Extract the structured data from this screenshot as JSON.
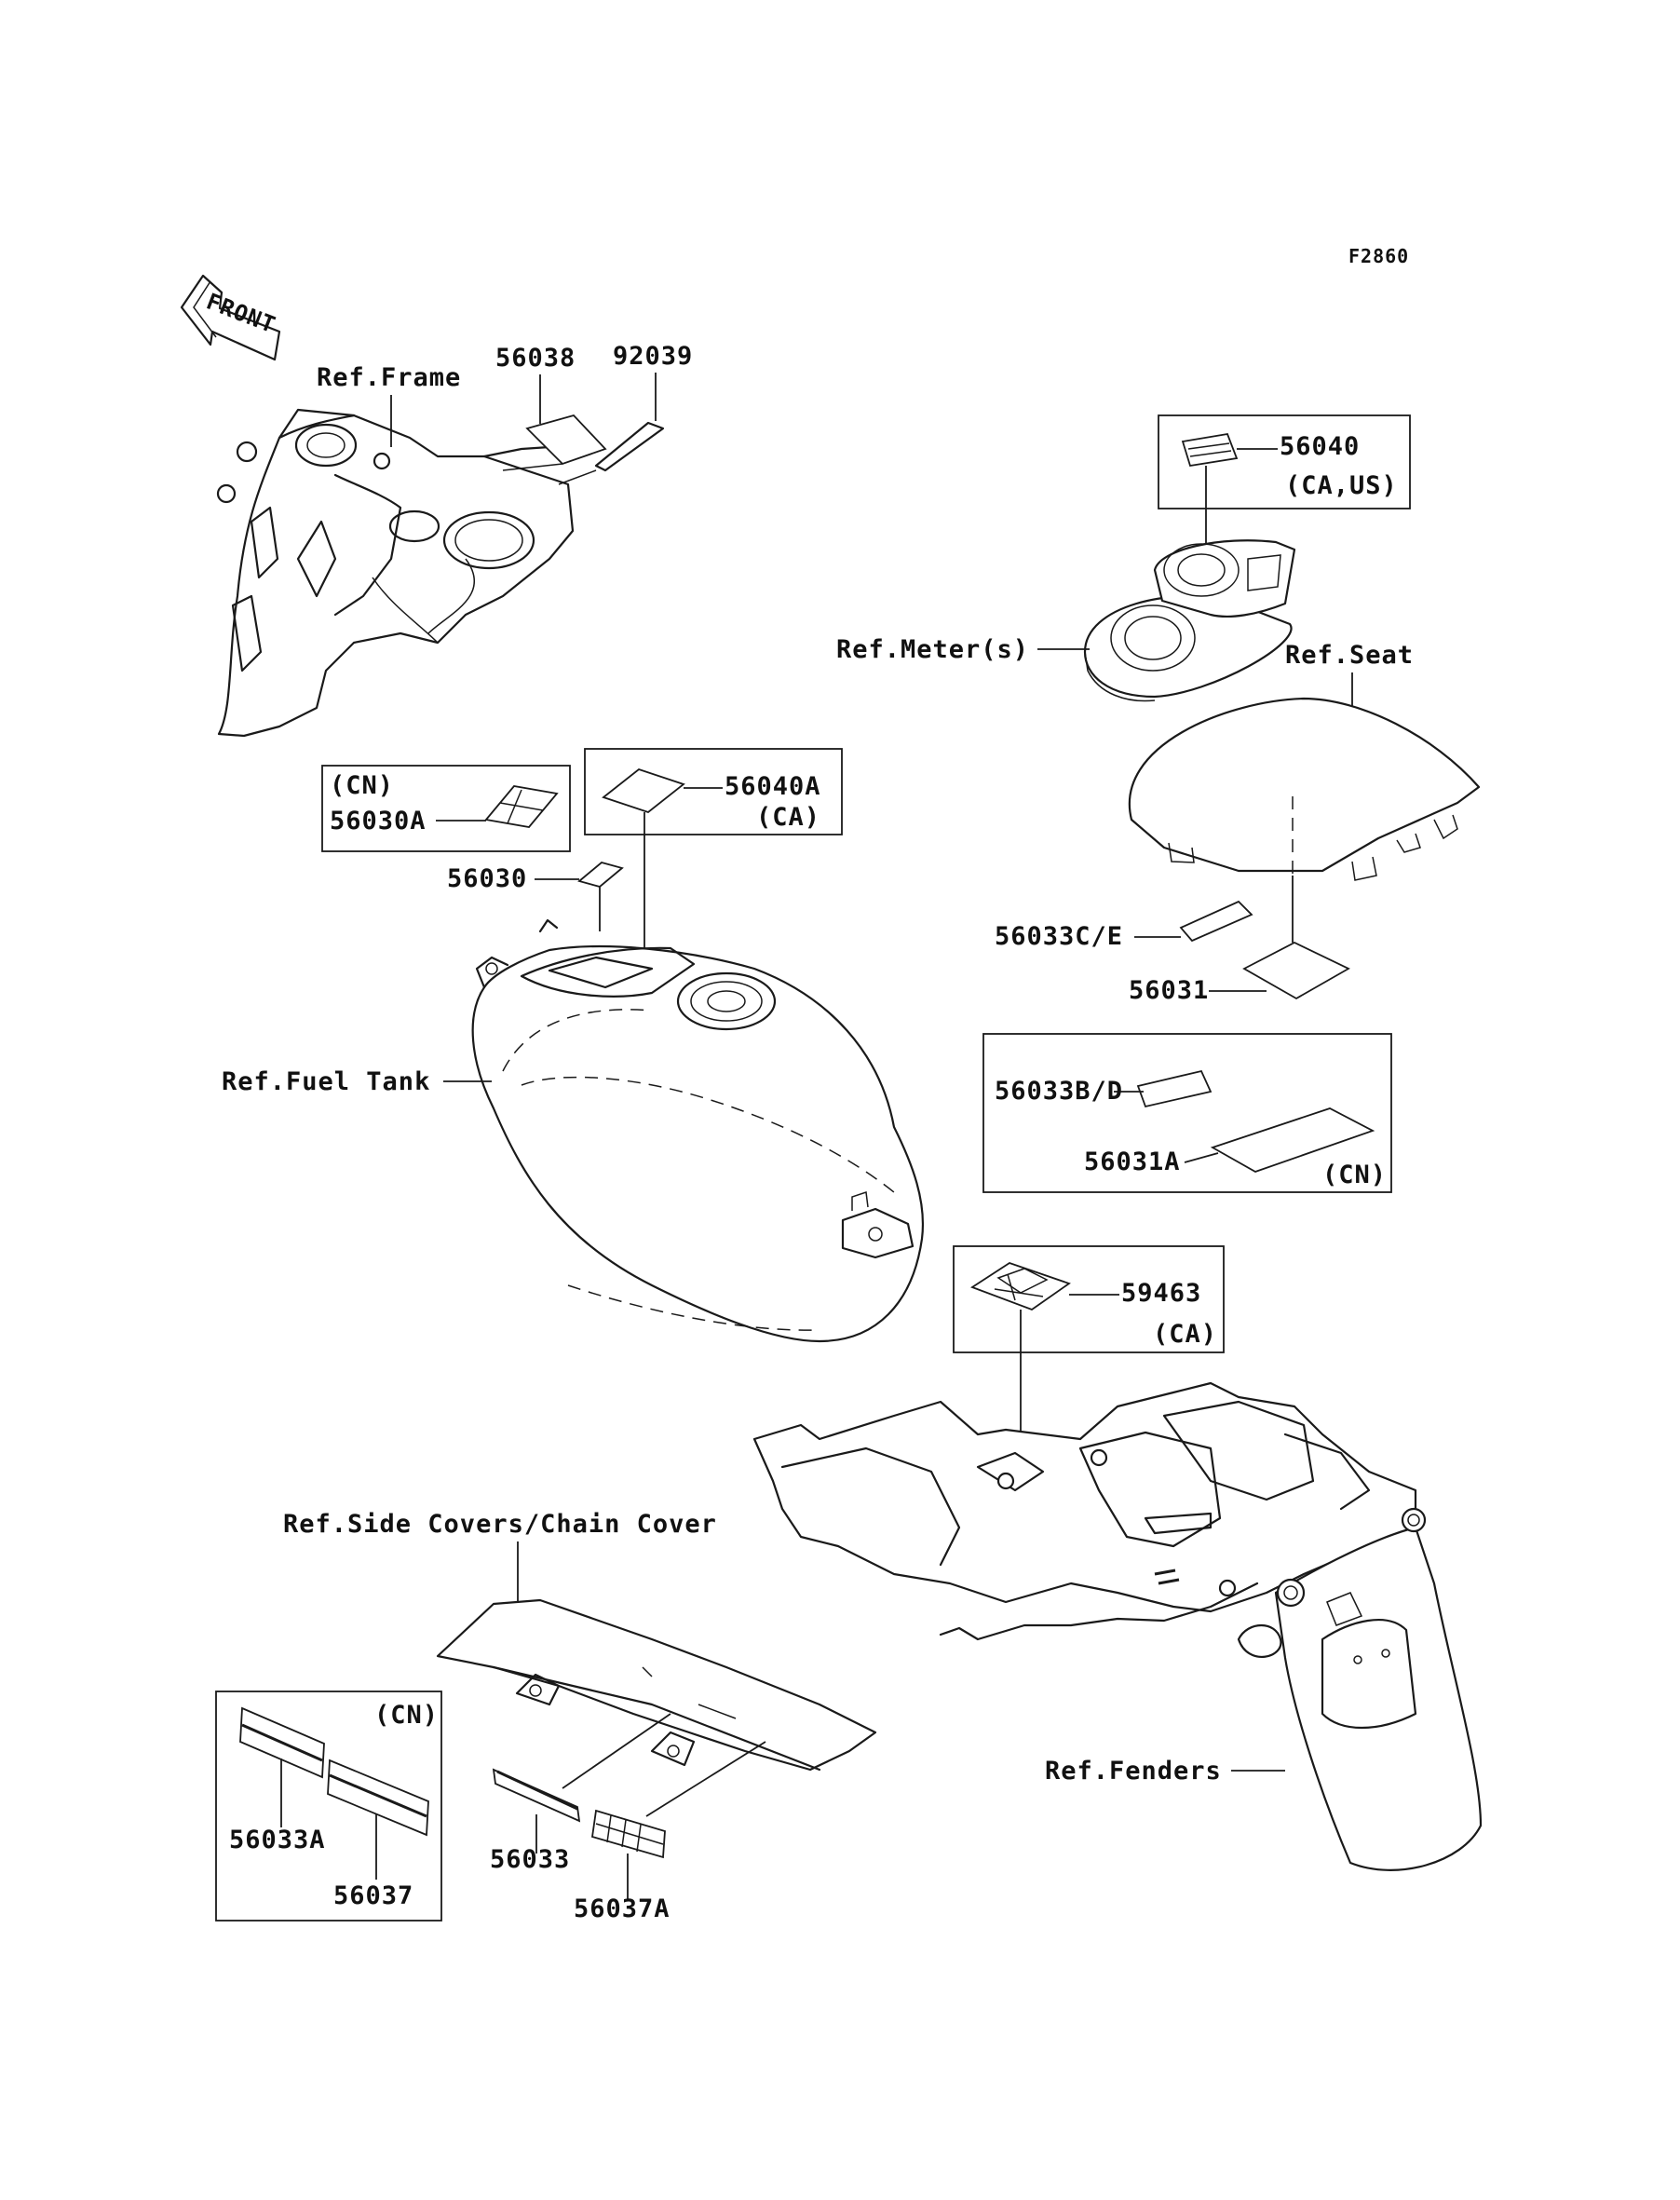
{
  "figure_code": "F2860",
  "direction_label": "FRONT",
  "labels": {
    "ref_frame": "Ref.Frame",
    "p56038": "56038",
    "p92039": "92039",
    "p56040": "56040",
    "p56040_region": "(CA,US)",
    "ref_meter": "Ref.Meter(s)",
    "ref_seat": "Ref.Seat",
    "cn_top": "(CN)",
    "p56030A": "56030A",
    "p56040A": "56040A",
    "p56040A_region": "(CA)",
    "p56030": "56030",
    "p56033CE": "56033C/E",
    "p56031": "56031",
    "ref_fuel_tank": "Ref.Fuel Tank",
    "p56033BD": "56033B/D",
    "p56031A": "56031A",
    "cn_mid": "(CN)",
    "p59463": "59463",
    "p59463_region": "(CA)",
    "ref_side_covers": "Ref.Side Covers/Chain Cover",
    "cn_bottom": "(CN)",
    "p56033A": "56033A",
    "p56037": "56037",
    "p56033": "56033",
    "p56037A": "56037A",
    "ref_fenders": "Ref.Fenders"
  }
}
